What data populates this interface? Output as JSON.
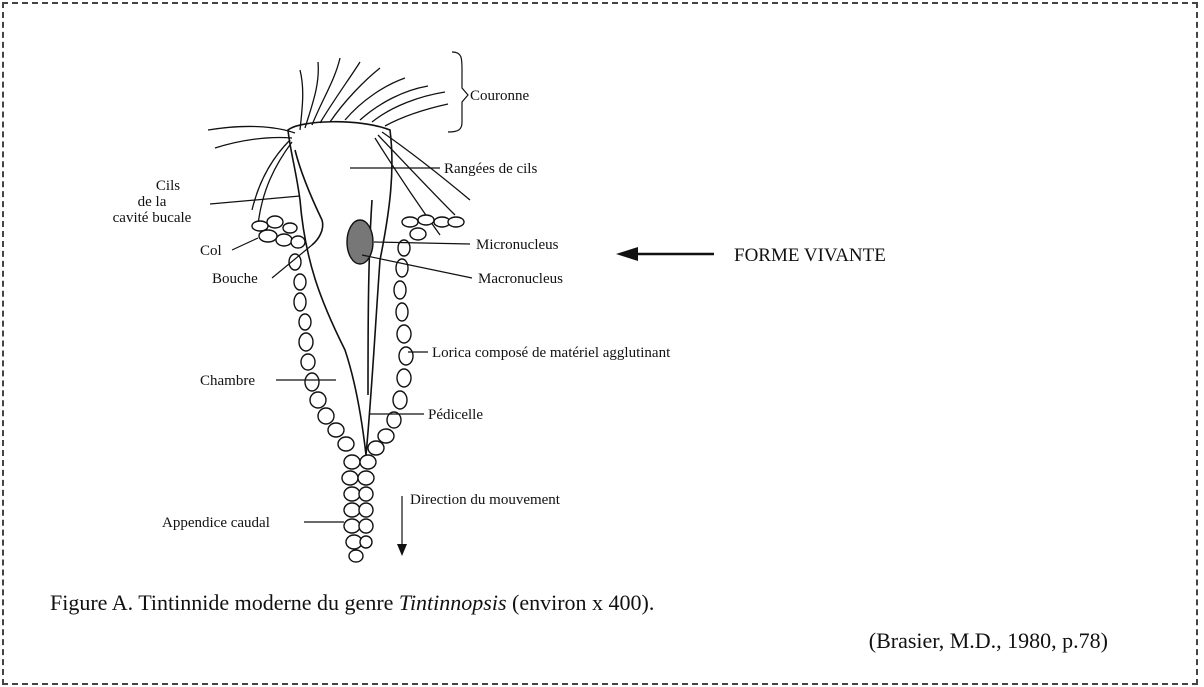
{
  "labels": {
    "couronne": "Couronne",
    "rangees": "Rangées de cils",
    "cils_line1": "Cils",
    "cils_line2": "de la",
    "cils_line3": "cavité bucale",
    "col": "Col",
    "bouche": "Bouche",
    "micronucleus": "Micronucleus",
    "macronucleus": "Macronucleus",
    "forme_vivante": "FORME VIVANTE",
    "lorica": "Lorica composé de matériel agglutinant",
    "chambre": "Chambre",
    "pedicelle": "Pédicelle",
    "direction": "Direction du mouvement",
    "appendice": "Appendice caudal"
  },
  "caption": {
    "prefix": "Figure A. Tintinnide moderne du genre ",
    "genus": "Tintinnopsis",
    "suffix": " (environ x 400).",
    "source": "(Brasier, M.D., 1980, p.78)"
  }
}
